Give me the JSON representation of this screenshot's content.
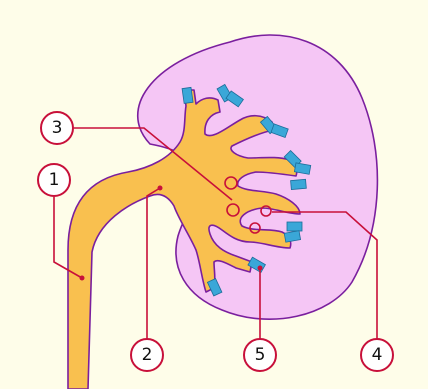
{
  "diagram": {
    "colors": {
      "background": "#fefde9",
      "kidney_fill": "#f5c6f5",
      "kidney_stroke": "#7a1f9e",
      "pelvis_fill": "#f9c04f",
      "pelvis_stroke": "#7a1f9e",
      "papilla_blue": "#3aa7d8",
      "callout_red": "#c8103a"
    },
    "callouts": [
      {
        "id": "c1",
        "label": "1"
      },
      {
        "id": "c2",
        "label": "2"
      },
      {
        "id": "c3",
        "label": "3"
      },
      {
        "id": "c4",
        "label": "4"
      },
      {
        "id": "c5",
        "label": "5"
      }
    ]
  }
}
